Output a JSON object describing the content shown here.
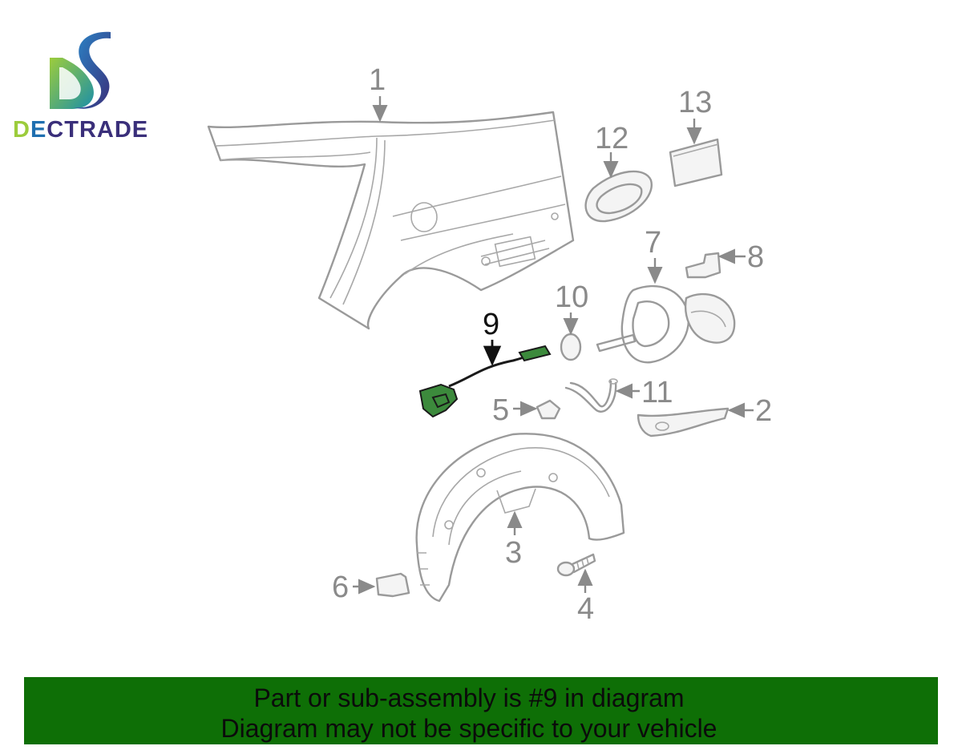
{
  "brand": {
    "name": "DECTRADE",
    "color_primary": "#1f6fb0",
    "color_secondary": "#3a2f7a",
    "color_accent": "#9ccc3c"
  },
  "diagram": {
    "callouts": [
      {
        "id": "1",
        "label": "1"
      },
      {
        "id": "2",
        "label": "2"
      },
      {
        "id": "3",
        "label": "3"
      },
      {
        "id": "4",
        "label": "4"
      },
      {
        "id": "5",
        "label": "5"
      },
      {
        "id": "6",
        "label": "6"
      },
      {
        "id": "7",
        "label": "7"
      },
      {
        "id": "8",
        "label": "8"
      },
      {
        "id": "9",
        "label": "9",
        "highlighted": true
      },
      {
        "id": "10",
        "label": "10"
      },
      {
        "id": "11",
        "label": "11"
      },
      {
        "id": "12",
        "label": "12"
      },
      {
        "id": "13",
        "label": "13"
      }
    ],
    "highlight_color": "#3c8a3c"
  },
  "banner": {
    "line1": "Part or sub-assembly is #9 in diagram",
    "line2": "Diagram may not be specific to your vehicle",
    "background": "#0e6f06"
  }
}
